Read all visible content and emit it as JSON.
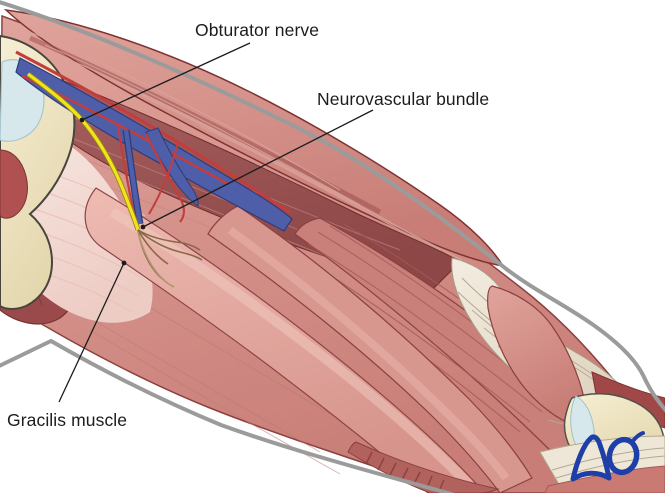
{
  "figure": {
    "type": "medical-illustration",
    "description": "Medial view of the thigh showing the gracilis muscle, obturator nerve and neurovascular bundle",
    "background": "#ffffff"
  },
  "labels": {
    "obturator_nerve": "Obturator nerve",
    "neurovascular_bundle": "Neurovascular bundle",
    "gracilis_muscle": "Gracilis muscle"
  },
  "logo": {
    "text": "AO",
    "color": "#1e3ea8"
  },
  "colors": {
    "skin_outline": "#9b9b9b",
    "muscle": "#cd837c",
    "muscle_light": "#e4aba3",
    "muscle_deep": "#9a5252",
    "muscle_outline": "#8c4040",
    "tendon": "#ece4d2",
    "bone": "#f0e7c9",
    "cartilage": "#d7e8ec",
    "artery": "#c23d3d",
    "vein": "#4e5ea8",
    "nerve": "#f2e41c",
    "nerve_branches": "#8a6848",
    "label_text": "#1c1c1c",
    "leader_line": "#1c1c1c"
  }
}
